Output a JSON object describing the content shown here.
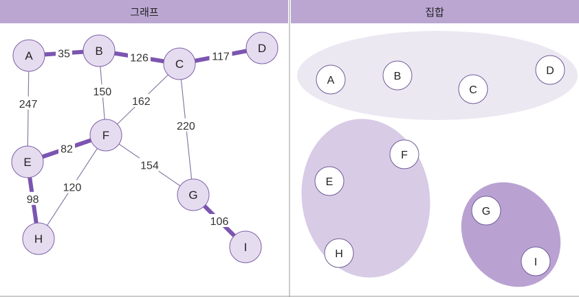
{
  "headers": {
    "left": "그래프",
    "right": "집합"
  },
  "colors": {
    "header_bg": "#bba6d2",
    "node_fill": "#e6dcef",
    "node_stroke": "#7b5fa8",
    "thin_edge": "#8a7aa6",
    "thick_edge": "#7b55b0",
    "set_node_fill": "#ffffff",
    "set_node_stroke": "#6f5a96",
    "group1_fill": "#ece8f2",
    "group2_fill": "#d8cbe6",
    "group3_fill": "#b9a2d2"
  },
  "graph": {
    "nodes": [
      {
        "id": "A",
        "label": "A"
      },
      {
        "id": "B",
        "label": "B"
      },
      {
        "id": "C",
        "label": "C"
      },
      {
        "id": "D",
        "label": "D"
      },
      {
        "id": "E",
        "label": "E"
      },
      {
        "id": "F",
        "label": "F"
      },
      {
        "id": "G",
        "label": "G"
      },
      {
        "id": "H",
        "label": "H"
      },
      {
        "id": "I",
        "label": "I"
      }
    ],
    "edges": [
      {
        "from": "A",
        "to": "B",
        "weight": "35",
        "bold": true
      },
      {
        "from": "B",
        "to": "C",
        "weight": "126",
        "bold": true
      },
      {
        "from": "C",
        "to": "D",
        "weight": "117",
        "bold": true
      },
      {
        "from": "A",
        "to": "E",
        "weight": "247",
        "bold": false
      },
      {
        "from": "B",
        "to": "F",
        "weight": "150",
        "bold": false
      },
      {
        "from": "C",
        "to": "F",
        "weight": "162",
        "bold": false
      },
      {
        "from": "C",
        "to": "G",
        "weight": "220",
        "bold": false
      },
      {
        "from": "E",
        "to": "F",
        "weight": "82",
        "bold": true
      },
      {
        "from": "F",
        "to": "G",
        "weight": "154",
        "bold": false
      },
      {
        "from": "F",
        "to": "H",
        "weight": "120",
        "bold": false
      },
      {
        "from": "E",
        "to": "H",
        "weight": "98",
        "bold": true
      },
      {
        "from": "G",
        "to": "I",
        "weight": "106",
        "bold": true
      }
    ]
  },
  "sets": [
    {
      "members": [
        "A",
        "B",
        "C",
        "D"
      ]
    },
    {
      "members": [
        "E",
        "F",
        "H"
      ]
    },
    {
      "members": [
        "G",
        "I"
      ]
    }
  ]
}
